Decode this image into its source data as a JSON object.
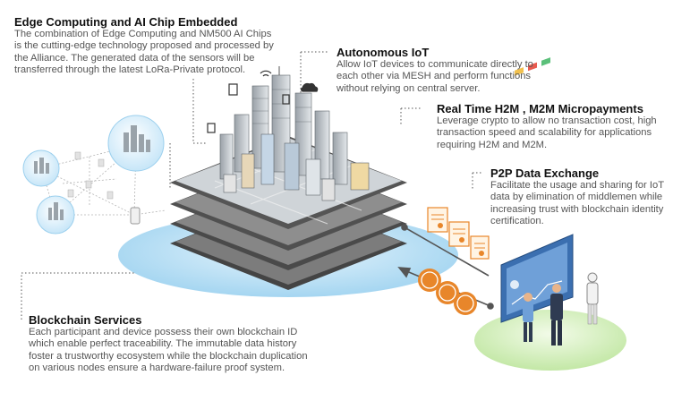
{
  "edge": {
    "title": "Edge Computing and AI Chip Embedded",
    "text": "The combination of Edge Computing and NM500 AI Chips is the cutting-edge technology proposed and processed by the Alliance. The generated data of the sensors will be transferred through the latest LoRa-Private protocol."
  },
  "autonomous": {
    "title": "Autonomous IoT",
    "text": "Allow IoT devices to communicate directly to each other via MESH and perform functions without relying on central server."
  },
  "realtime": {
    "title": "Real Time H2M , M2M Micropayments",
    "text": "Leverage crypto to allow no transaction cost, high transaction speed and scalability for applications requiring H2M and M2M."
  },
  "p2p": {
    "title": "P2P Data Exchange",
    "text": "Facilitate the usage and sharing for IoT data by elimination of middlemen while increasing trust with blockchain identity certification."
  },
  "blockchain": {
    "title": "Blockchain Services",
    "text": "Each participant and device possess their own blockchain ID which enable perfect traceability. The immutable data history foster a trustworthy ecosystem while the blockchain duplication on various nodes ensure a hardware-failure proof system."
  },
  "colors": {
    "accent_orange": "#e8862a",
    "ellipse_blue": "#bfe2f6",
    "ellipse_green": "#d8f0c0",
    "platform_dark": "#6f6f6f"
  }
}
